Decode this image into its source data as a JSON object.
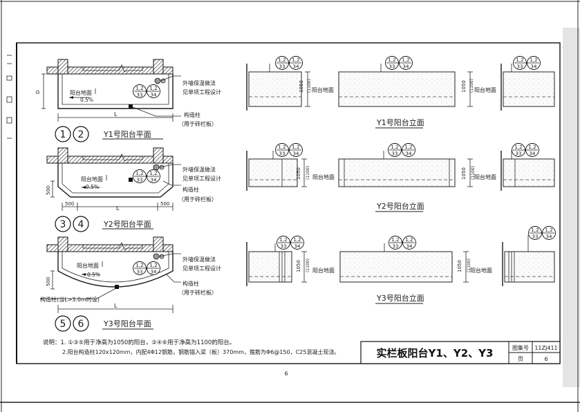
{
  "plans": [
    {
      "circles": [
        "1",
        "2"
      ],
      "title": "Y1号阳台平面"
    },
    {
      "circles": [
        "3",
        "4"
      ],
      "title": "Y2号阳台平面"
    },
    {
      "circles": [
        "5",
        "6"
      ],
      "title": "Y3号阳台平面"
    }
  ],
  "elevations": [
    {
      "title": "Y1号阳台立面"
    },
    {
      "title": "Y2号阳台立面"
    },
    {
      "title": "Y3号阳台立面"
    }
  ],
  "labels": {
    "floor_level": "阳台地面",
    "slope": "0.5%",
    "insulation_1": "外墙保温做法",
    "insulation_2": "见单项工程设计",
    "column_1": "构造柱",
    "column_2": "（用于砖栏板）",
    "column_y3": "构造柱(当L>3.0m时设)",
    "dim_L": "L",
    "dim_D": "D",
    "dim_500": "500",
    "dim_1050": "1050",
    "dim_1100": "(1100)",
    "ref_top": "1,2",
    "ref_bottom_1": "33",
    "ref_bottom_2": "34"
  },
  "notes": {
    "line1": "说明：1. ①③⑤用于净高为1050的阳台，②④⑥用于净高为1100的阳台。",
    "line2": "2.阳台构造柱120x120mm，内配4Φ12钢筋，钢筋锚入梁（板）370mm，箍筋为Φ6@150，C25混凝土现浇。"
  },
  "title_block": {
    "title": "实栏板阳台Y1、Y2、Y3",
    "atlas_label": "图集号",
    "atlas_no": "11ZJ411",
    "page_label": "页",
    "page_no": "6"
  },
  "footer": {
    "page_mark": "6"
  }
}
